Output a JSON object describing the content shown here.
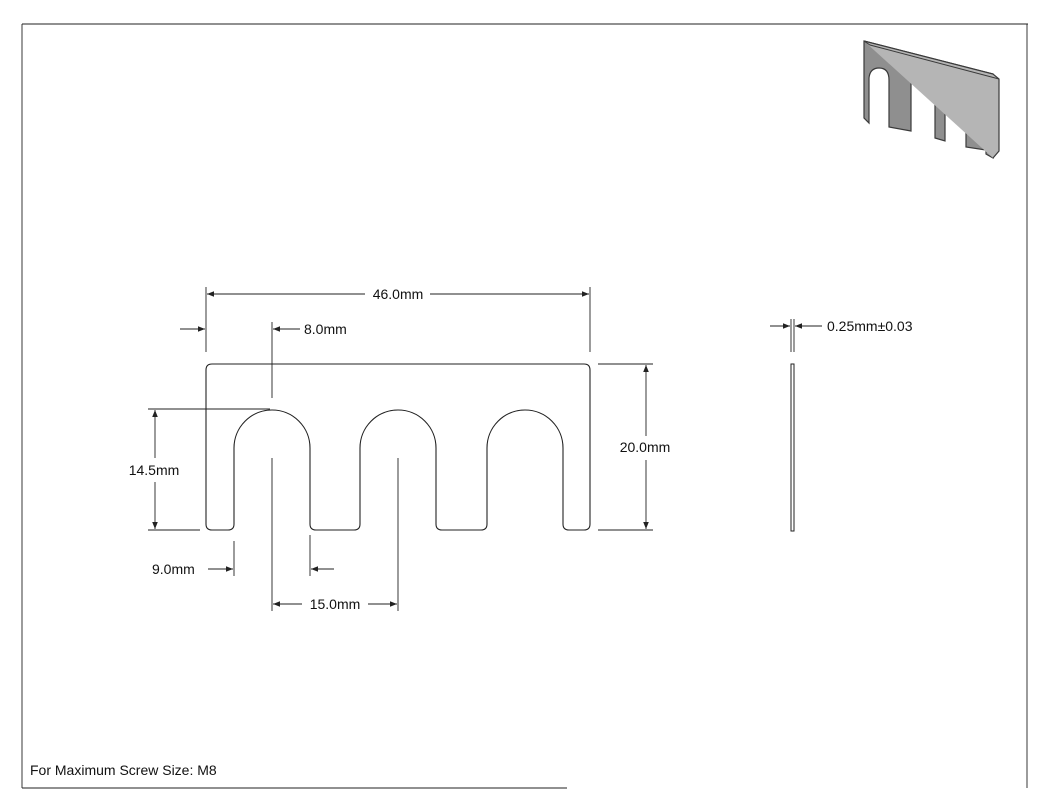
{
  "drawing": {
    "dimensions": {
      "overall_width": "46.0mm",
      "slot_width": "8.0mm",
      "height": "20.0mm",
      "slot_depth": "14.5mm",
      "edge_offset": "9.0mm",
      "pitch": "15.0mm",
      "thickness": "0.25mm±0.03"
    },
    "note": "For Maximum Screw Size: M8",
    "colors": {
      "line": "#222222",
      "iso_fill": "#8f8f8f",
      "iso_edge": "#3a3a3a"
    }
  }
}
